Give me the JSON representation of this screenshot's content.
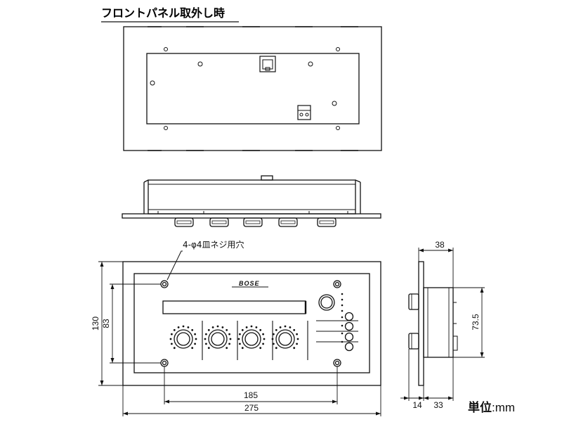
{
  "title": "フロントパネル取外し時",
  "hole_note": "4-φ4皿ネジ用穴",
  "brand_logo": "BOSE",
  "dimensions": {
    "panel_height": "130",
    "mount_height": "83",
    "mount_width": "185",
    "panel_width": "275",
    "depth": "38",
    "side_height": "73.5",
    "flange": "14",
    "body_depth": "33"
  },
  "unit_label": "単位",
  "unit_value": "mm",
  "colors": {
    "line": "#111111",
    "background": "#ffffff"
  }
}
